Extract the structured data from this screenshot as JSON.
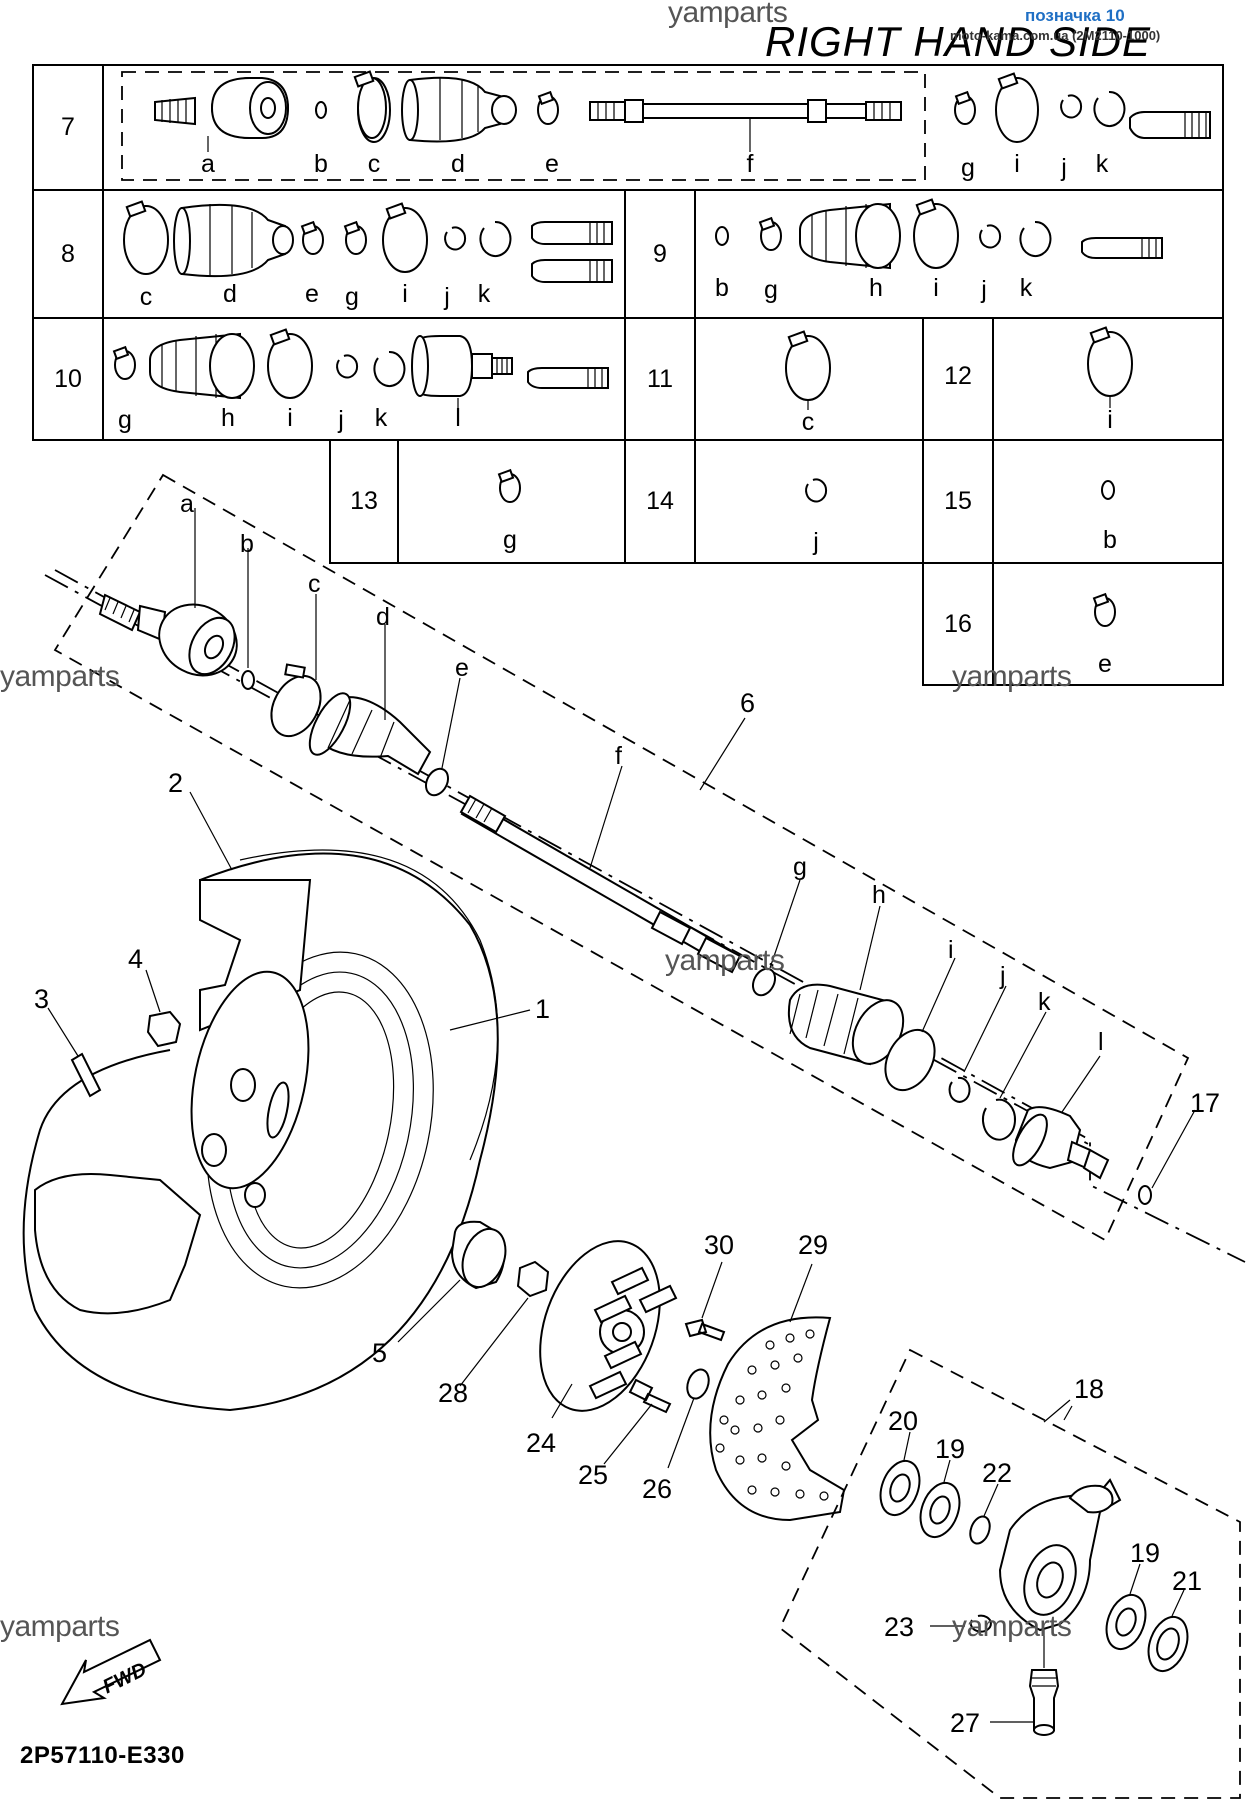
{
  "header": {
    "title": "RIGHT HAND SIDE",
    "badge": "позначка 10",
    "site_label": "moto-kama.com.ua (2M2110-1000)"
  },
  "watermarks": [
    "yamparts",
    "yamparts",
    "yamparts",
    "yamparts",
    "yamparts",
    "yamparts"
  ],
  "footer": {
    "drawing_code": "2P57110-E330"
  },
  "fwd_arrow_label": "FWD",
  "kit_table": [
    {
      "row": "7",
      "letters": [
        "a",
        "b",
        "c",
        "d",
        "e",
        "f",
        "g",
        "i",
        "j",
        "k"
      ]
    },
    {
      "row": "8",
      "letters": [
        "c",
        "d",
        "e",
        "g",
        "i",
        "j",
        "k"
      ]
    },
    {
      "row": "9",
      "letters": [
        "b",
        "g",
        "h",
        "i",
        "j",
        "k"
      ]
    },
    {
      "row": "10",
      "letters": [
        "g",
        "h",
        "i",
        "j",
        "k",
        "l"
      ]
    },
    {
      "row": "11",
      "letters": [
        "c"
      ]
    },
    {
      "row": "12",
      "letters": [
        "i"
      ]
    },
    {
      "row": "13",
      "letters": [
        "g"
      ]
    },
    {
      "row": "14",
      "letters": [
        "j"
      ]
    },
    {
      "row": "15",
      "letters": [
        "b"
      ]
    },
    {
      "row": "16",
      "letters": [
        "e"
      ]
    }
  ],
  "shaft_letters": [
    "a",
    "b",
    "c",
    "d",
    "e",
    "f",
    "g",
    "h",
    "i",
    "j",
    "k",
    "l"
  ],
  "part_numbers": [
    "1",
    "2",
    "3",
    "4",
    "5",
    "6",
    "17",
    "18",
    "19",
    "19",
    "20",
    "21",
    "22",
    "23",
    "24",
    "25",
    "26",
    "27",
    "28",
    "29",
    "30"
  ]
}
